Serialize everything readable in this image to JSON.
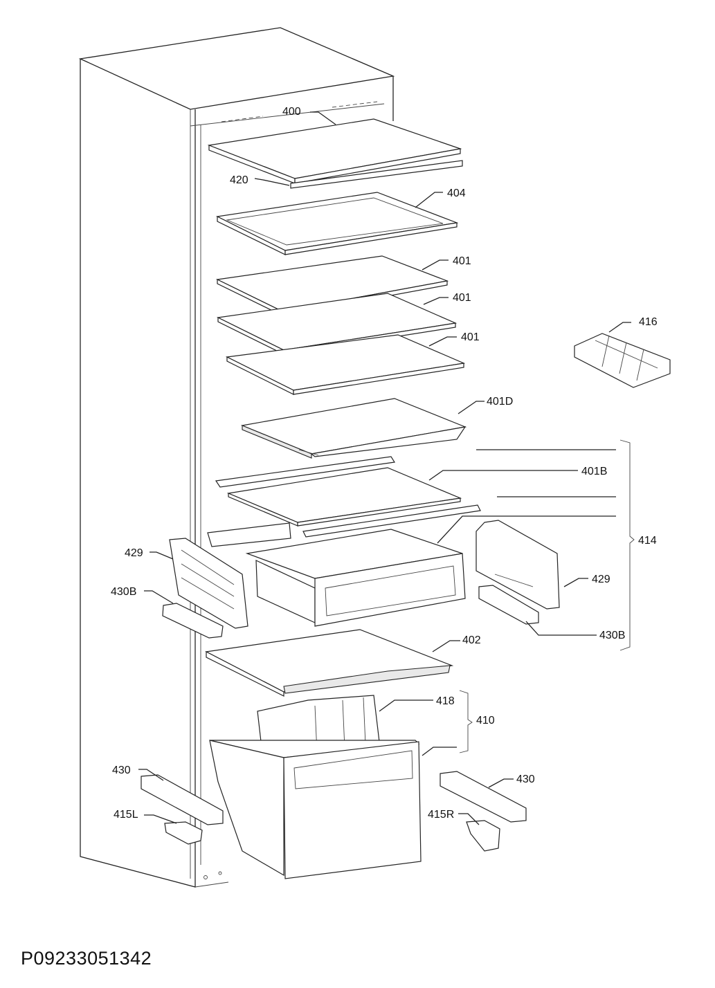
{
  "drawing_code": "P09233051342",
  "labels": {
    "l400": "400",
    "l420": "420",
    "l404": "404",
    "l401a": "401",
    "l401b": "401",
    "l401c": "401",
    "l416": "416",
    "l401D": "401D",
    "l401B": "401B",
    "l414": "414",
    "l429L": "429",
    "l429R": "429",
    "l430BL": "430B",
    "l430BR": "430B",
    "l402": "402",
    "l418": "418",
    "l410": "410",
    "l430L": "430",
    "l430R": "430",
    "l415L": "415L",
    "l415R": "415R"
  }
}
